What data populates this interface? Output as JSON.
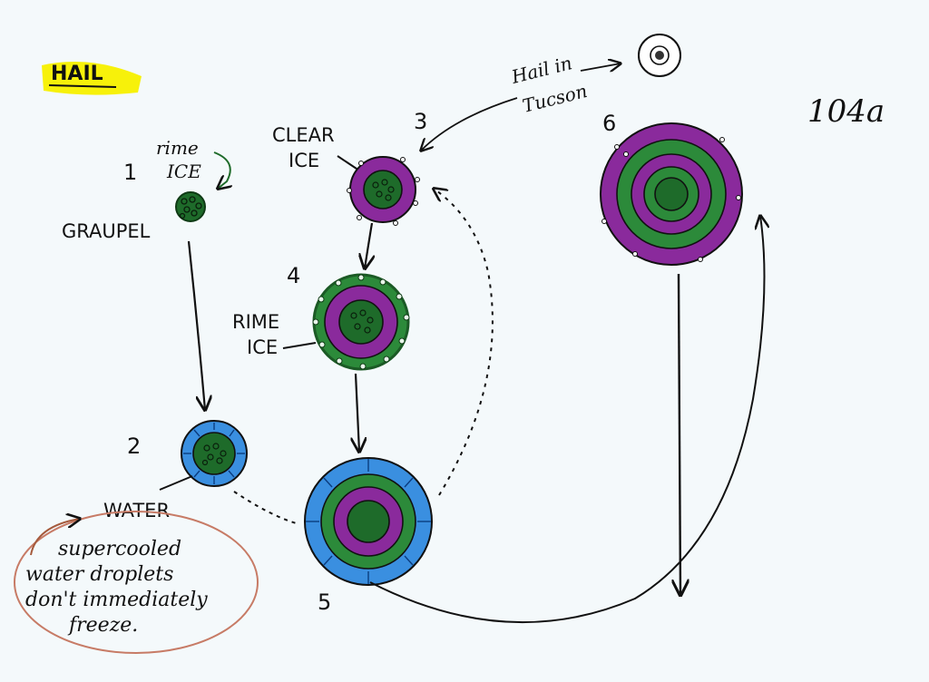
{
  "title": "HAIL",
  "page_number": "104a",
  "labels": {
    "stage1": "1",
    "stage2": "2",
    "stage3": "3",
    "stage4": "4",
    "stage5": "5",
    "stage6": "6",
    "rime_ice_small": [
      "rime",
      "ICE"
    ],
    "graupel": "GRAUPEL",
    "clear_ice": [
      "CLEAR",
      "ICE"
    ],
    "rime_ice": [
      "RIME",
      "ICE"
    ],
    "water": "WATER",
    "hail_in_tucson": [
      "Hail in",
      "Tucson"
    ],
    "note": [
      "supercooled",
      "water droplets",
      "don't immediately",
      "freeze."
    ]
  },
  "colors": {
    "highlight": "#f7f10a",
    "rime_green": "#1e6b2a",
    "clear_purple": "#8a2a9c",
    "water_blue": "#3a8fe0",
    "note_outline": "#c77b66",
    "ink": "#111111"
  }
}
